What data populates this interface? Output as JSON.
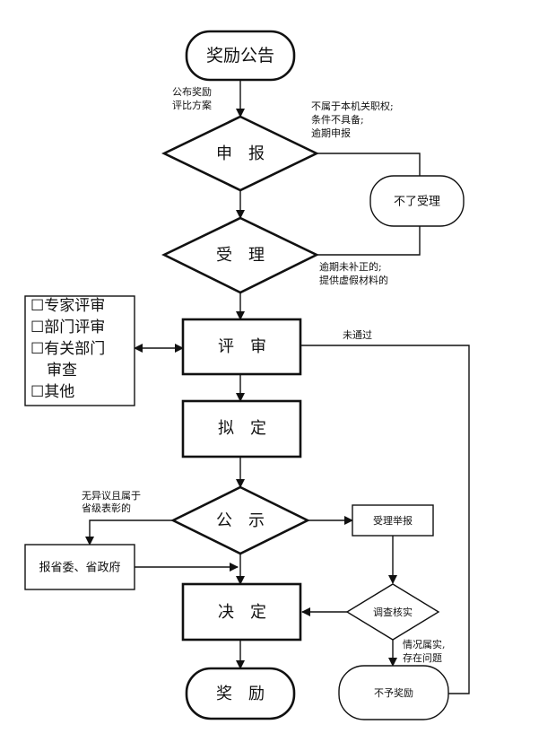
{
  "nodes": {
    "announcement": "奖励公告",
    "declare": "申　报",
    "accept": "受　理",
    "not_accept": "不了受理",
    "review": "评　审",
    "draft": "拟　定",
    "publicity": "公　示",
    "report_gov": "报省委、省政府",
    "accept_report": "受理举报",
    "investigate": "调查核实",
    "decide": "决　定",
    "award": "奖　励",
    "no_award": "不予奖励"
  },
  "edge_labels": {
    "publish_plan": [
      "公布奖励",
      "评比方案"
    ],
    "reject_reasons": [
      "不属于本机关职权;",
      "条件不具备;",
      "逾期申报"
    ],
    "overdue_reasons": [
      "逾期未补正的;",
      "提供虚假材料的"
    ],
    "not_passed": "未通过",
    "no_objection": [
      "无异议且属于",
      "省级表彰的"
    ],
    "verified": [
      "情况属实,",
      "存在问题"
    ]
  },
  "review_options": [
    {
      "box": "☐",
      "text": "专家评审"
    },
    {
      "box": "☐",
      "text": "部门评审"
    },
    {
      "box": "☐",
      "text": "有关部门"
    },
    {
      "box": "",
      "text": "审查"
    },
    {
      "box": "☐",
      "text": "其他"
    }
  ]
}
